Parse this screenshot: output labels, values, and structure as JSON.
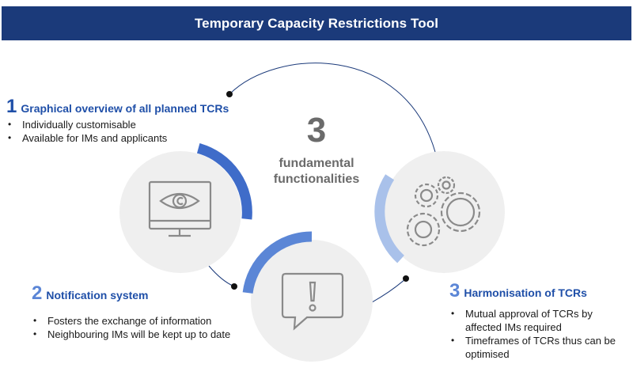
{
  "title": "Temporary Capacity Restrictions Tool",
  "center": {
    "number": "3",
    "line1": "fundamental",
    "line2": "functionalities"
  },
  "functions": [
    {
      "number": "1",
      "heading": "Graphical overview of all planned TCRs",
      "bullets": [
        "Individually customisable",
        "Available for IMs and applicants"
      ],
      "icon": "monitor-eye-icon",
      "accent": "#3f6cc9"
    },
    {
      "number": "2",
      "heading": "Notification system",
      "bullets": [
        "Fosters the exchange of information",
        "Neighbouring IMs will be kept up to date"
      ],
      "icon": "speech-bubble-exclamation-icon",
      "accent": "#5b86d6"
    },
    {
      "number": "3",
      "heading": "Harmonisation of TCRs",
      "bullets": [
        "Mutual approval of TCRs by affected IMs required",
        "Timeframes of TCRs thus can be optimised"
      ],
      "icon": "gears-icon",
      "accent": "#a9c1ea"
    }
  ],
  "colors": {
    "title_bar": "#1b3a7a",
    "circle_fill": "#efefef",
    "icon_stroke": "#8a8a8a",
    "connector": "#1b3a7a"
  }
}
